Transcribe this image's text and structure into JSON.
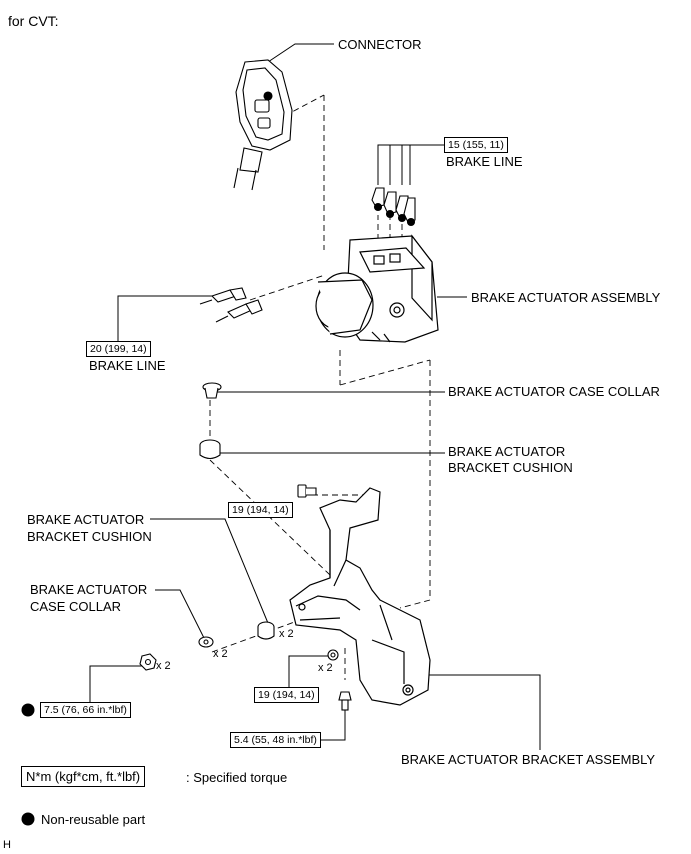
{
  "heading": "for CVT:",
  "labels": {
    "connector": "CONNECTOR",
    "brake_line_top": "BRAKE LINE",
    "brake_line_left": "BRAKE LINE",
    "actuator_assembly": "BRAKE ACTUATOR ASSEMBLY",
    "case_collar_right": "BRAKE ACTUATOR CASE COLLAR",
    "cushion_right_1": "BRAKE ACTUATOR",
    "cushion_right_2": "BRACKET CUSHION",
    "cushion_left_1": "BRAKE ACTUATOR",
    "cushion_left_2": "BRACKET CUSHION",
    "collar_left_1": "BRAKE ACTUATOR",
    "collar_left_2": "CASE COLLAR",
    "bracket_assembly": "BRAKE ACTUATOR BRACKET ASSEMBLY"
  },
  "torques": {
    "brake_line_top": "15 (155, 11)",
    "brake_line_left": "20 (199, 14)",
    "bracket_bolt_top": "19 (194, 14)",
    "bracket_bolt_mid": "19 (194, 14)",
    "nut_left": "7.5 (76, 66 in.*lbf)",
    "bolt_bottom": "5.4 (55, 48 in.*lbf)"
  },
  "quantities": {
    "cushion": "x 2",
    "collar": "x 2",
    "nut": "x 2",
    "bolt_mid": "x 2"
  },
  "legend": {
    "torque_box": "N*m (kgf*cm, ft.*lbf)",
    "torque_text": ": Specified torque",
    "nonreusable_text": "Non-reusable part"
  },
  "footer_code": "H"
}
